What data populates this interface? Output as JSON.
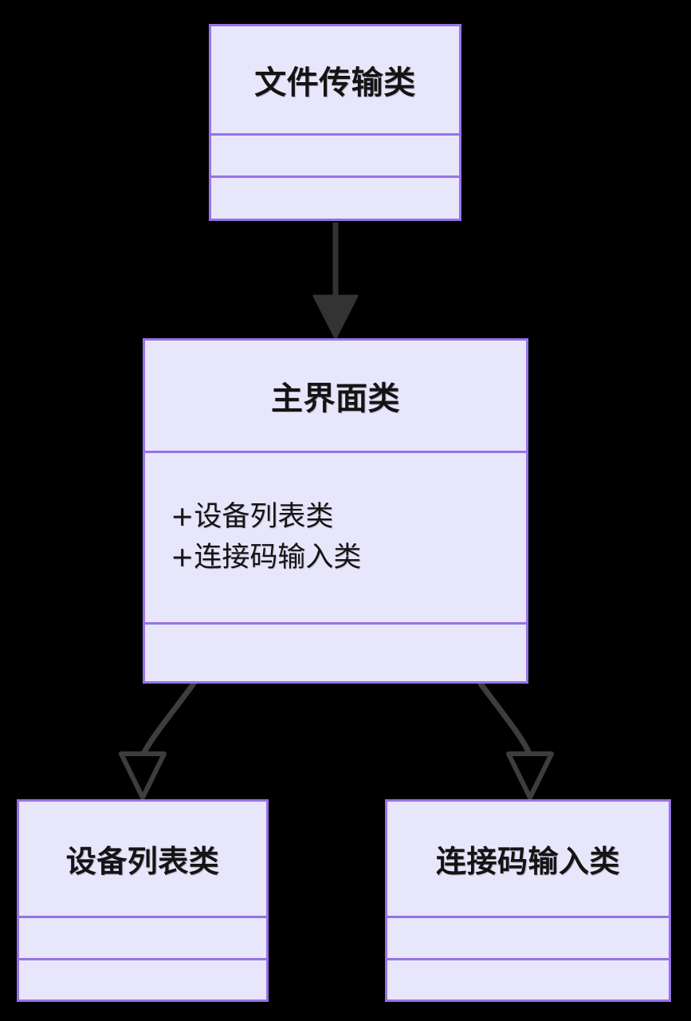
{
  "diagram": {
    "type": "uml-class-diagram",
    "background_color": "#000000",
    "box_fill_color": "#e8e6fb",
    "box_border_color": "#9673e6",
    "edge_color": "#333333",
    "classes": [
      {
        "id": "file-transfer",
        "name": "文件传输类",
        "attributes": [],
        "methods": []
      },
      {
        "id": "main-ui",
        "name": "主界面类",
        "attributes": [
          "+设备列表类",
          "+连接码输入类"
        ],
        "methods": []
      },
      {
        "id": "device-list",
        "name": "设备列表类",
        "attributes": [],
        "methods": []
      },
      {
        "id": "connection-code",
        "name": "连接码输入类",
        "attributes": [],
        "methods": []
      }
    ],
    "edges": [
      {
        "id": "edge-file-transfer-to-main-ui",
        "from": "file-transfer",
        "to": "main-ui",
        "arrow": "filled-arrowhead",
        "style": "straight"
      },
      {
        "id": "edge-main-ui-to-device-list",
        "from": "main-ui",
        "to": "device-list",
        "arrow": "hollow-triangle",
        "style": "curved"
      },
      {
        "id": "edge-main-ui-to-connection-code",
        "from": "main-ui",
        "to": "connection-code",
        "arrow": "hollow-triangle",
        "style": "curved"
      }
    ]
  }
}
